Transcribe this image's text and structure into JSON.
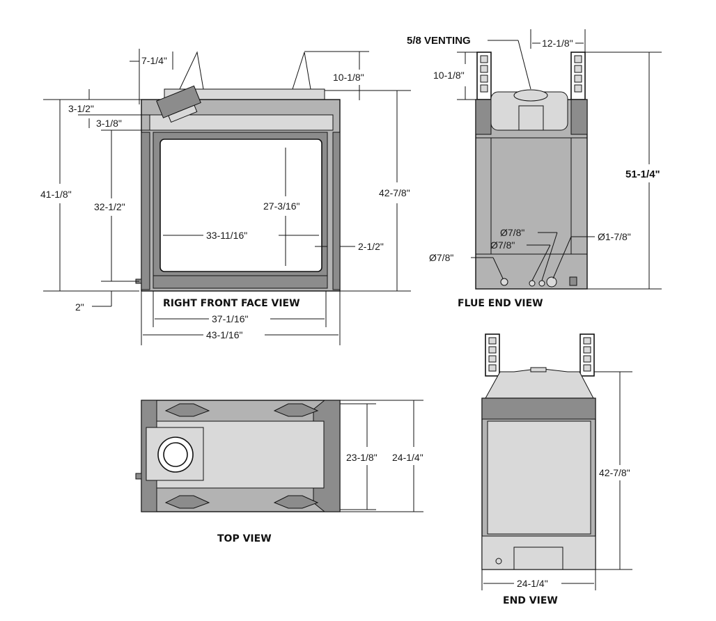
{
  "titles": {
    "front": "RIGHT FRONT FACE VIEW",
    "flue": "FLUE END VIEW",
    "top": "TOP VIEW",
    "end": "END VIEW"
  },
  "front_dims": {
    "d_7_1_4": "7-1/4\"",
    "d_10_1_8": "10-1/8\"",
    "d_3_1_2": "3-1/2\"",
    "d_3_1_8": "3-1/8\"",
    "d_41_1_8": "41-1/8\"",
    "d_32_1_2": "32-1/2\"",
    "d_27_3_16": "27-3/16\"",
    "d_42_7_8": "42-7/8\"",
    "d_33_11_16": "33-11/16\"",
    "d_2_1_2": "2-1/2\"",
    "d_2": "2\"",
    "d_37_1_16": "37-1/16\"",
    "d_43_1_16": "43-1/16\""
  },
  "flue_dims": {
    "venting": "5/8 VENTING",
    "d_12_1_8": "12-1/8\"",
    "d_10_1_8": "10-1/8\"",
    "d_51_1_4": "51-1/4\"",
    "phi_a": "Ø7/8\"",
    "phi_b": "Ø7/8\"",
    "phi_c": "Ø1-7/8\"",
    "phi_d": "Ø7/8\""
  },
  "top_dims": {
    "d_23_1_8": "23-1/8\"",
    "d_24_1_4": "24-1/4\""
  },
  "end_dims": {
    "d_42_7_8": "42-7/8\"",
    "d_24_1_4": "24-1/4\""
  }
}
